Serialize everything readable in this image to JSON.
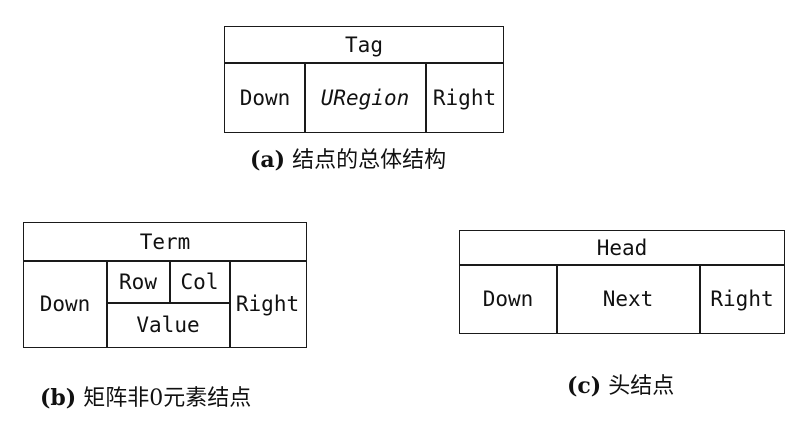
{
  "diagram_a": {
    "header": "Tag",
    "down": "Down",
    "middle": "URegion",
    "right": "Right",
    "caption_label": "(a)",
    "caption_text": "结点的总体结构"
  },
  "diagram_b": {
    "header": "Term",
    "down": "Down",
    "row": "Row",
    "col": "Col",
    "value": "Value",
    "right": "Right",
    "caption_label": "(b)",
    "caption_text": "矩阵非0元素结点"
  },
  "diagram_c": {
    "header": "Head",
    "down": "Down",
    "next": "Next",
    "right": "Right",
    "caption_label": "(c)",
    "caption_text": "头结点"
  }
}
